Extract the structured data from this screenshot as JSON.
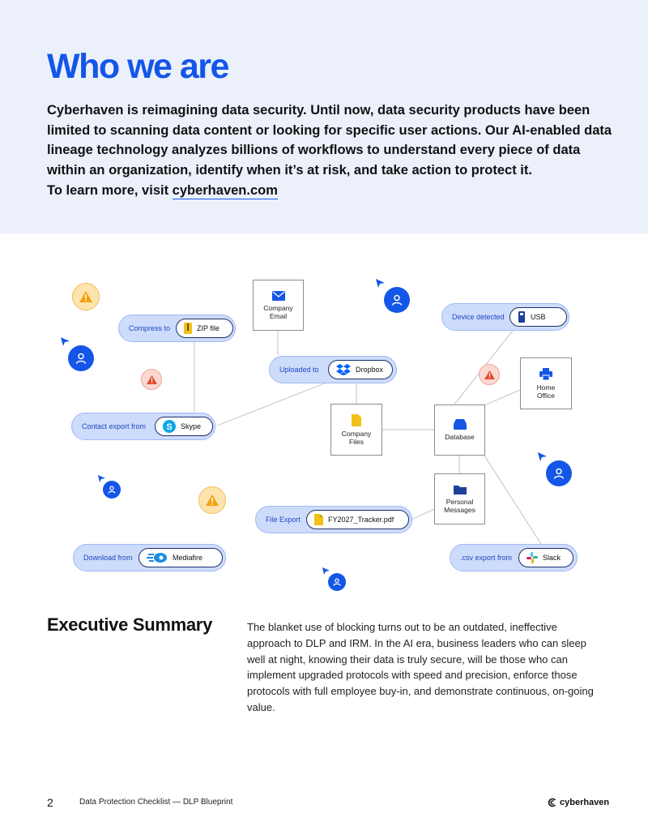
{
  "hero": {
    "title": "Who we are",
    "intro": "Cyberhaven is reimagining data security. Until now, data security products have been limited to scanning data content or looking for specific user actions. Our AI-enabled data lineage technology analyzes billions of workflows to understand every piece of data within an organization, identify when it’s at risk, and take action to protect it.",
    "learn_prefix": "To learn more, visit ",
    "learn_link": "cyberhaven.com"
  },
  "diagram": {
    "pills": [
      {
        "label": "Compress to",
        "target": "ZIP file",
        "icon": "zip-file-icon"
      },
      {
        "label": "Device detected",
        "target": "USB",
        "icon": "usb-icon"
      },
      {
        "label": "Uploaded to",
        "target": "Dropbox",
        "icon": "dropbox-icon"
      },
      {
        "label": "Contact export from",
        "target": "Skype",
        "icon": "skype-icon"
      },
      {
        "label": "File Export",
        "target": "FY2027_Tracker.pdf",
        "icon": "file-icon"
      },
      {
        "label": "Download from",
        "target": "Mediafire",
        "icon": "mediafire-icon"
      },
      {
        "label": ".csv export from",
        "target": "Slack",
        "icon": "slack-icon"
      }
    ],
    "nodes": [
      {
        "line1": "Company",
        "line2": "Email",
        "icon": "mail-icon"
      },
      {
        "line1": "Home",
        "line2": "Office",
        "icon": "printer-icon"
      },
      {
        "line1": "Company",
        "line2": "Files",
        "icon": "folder-icon"
      },
      {
        "line1": "Database",
        "line2": "",
        "icon": "database-icon"
      },
      {
        "line1": "Personal",
        "line2": "Messages",
        "icon": "folder-icon"
      }
    ],
    "colors": {
      "accent": "#1456e8",
      "pill_bg": "#cddcfb",
      "warn_yellow": "#fde3ae",
      "warn_red": "#fbd8d1"
    }
  },
  "summary": {
    "title": "Executive Summary",
    "body": "The blanket use of blocking turns out to be an outdated, ineffective approach to DLP and IRM. In the AI era, business leaders who can sleep well at night, knowing their data is truly secure, will be those who can implement upgraded protocols with speed and precision, enforce those protocols with full employee buy-in, and demonstrate continuous, on-going value."
  },
  "footer": {
    "page_number": "2",
    "doc_title": "Data Protection Checklist — DLP Blueprint",
    "logo_text": "cyberhaven"
  }
}
